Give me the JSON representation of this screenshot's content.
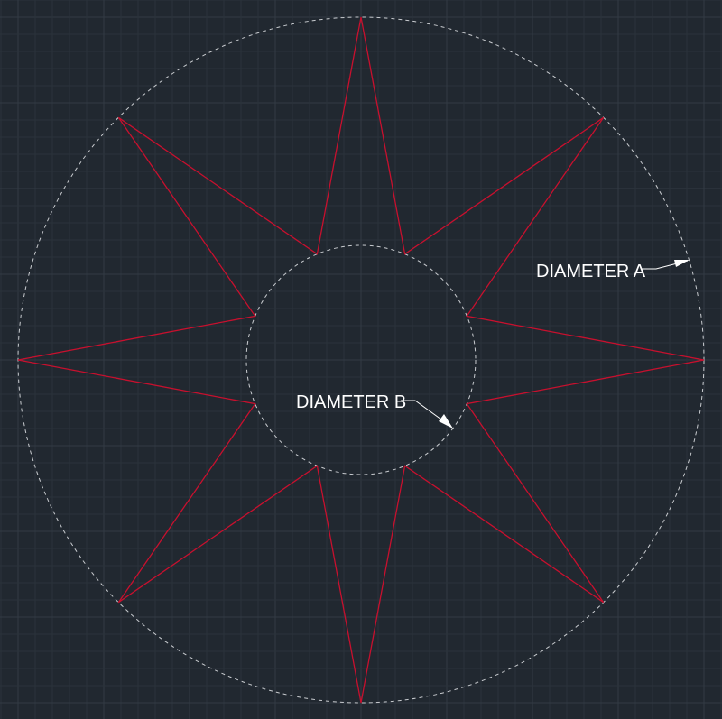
{
  "colors": {
    "background": "#212830",
    "grid_minor": "#2b323b",
    "grid_major": "#323a44",
    "star": "#c8102e",
    "construction_circle": "#c9ccd0",
    "annotation": "#ffffff"
  },
  "labels": {
    "diameter_a": "DIAMETER A",
    "diameter_b": "DIAMETER B"
  },
  "drawing": {
    "star_points": 8,
    "outer_circle_dashed": true,
    "inner_circle_dashed": true
  }
}
